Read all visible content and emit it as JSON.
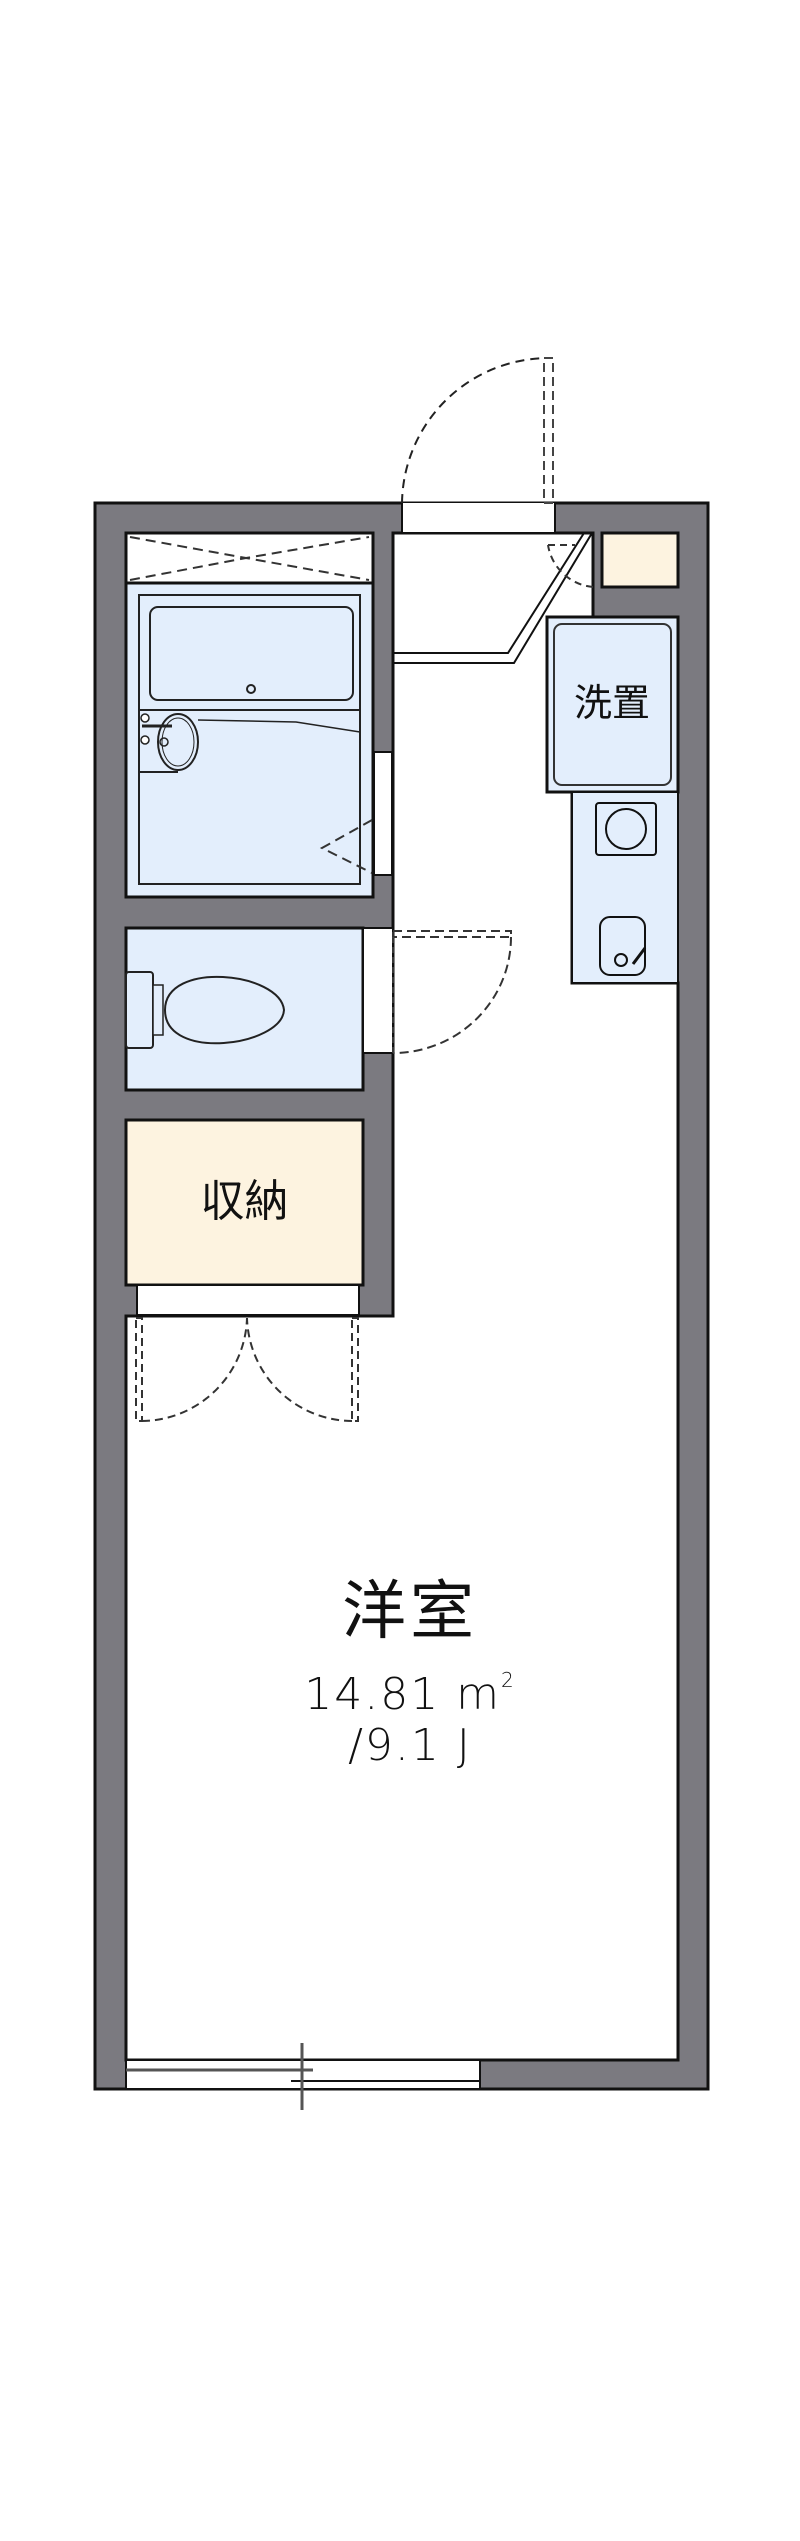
{
  "floorplan": {
    "rooms": {
      "western_room": {
        "name": "洋室",
        "area_sqm": "14.81",
        "area_unit": "㎡",
        "area_sqm_label": "14.81 m",
        "area_sup": "2",
        "area_jo_label": "/9.1 J"
      },
      "storage": {
        "name": "収納"
      },
      "washer_space": {
        "name": "洗置"
      },
      "bathroom": {
        "name": "bathroom"
      },
      "toilet": {
        "name": "toilet"
      },
      "entrance": {
        "name": "entrance"
      },
      "kitchen": {
        "name": "kitchen"
      }
    },
    "colors": {
      "wall": "#7b7a80",
      "wet_area": "#e3eefc",
      "storage_fill": "#fdf3e0",
      "line": "#111111",
      "background": "#ffffff"
    }
  }
}
